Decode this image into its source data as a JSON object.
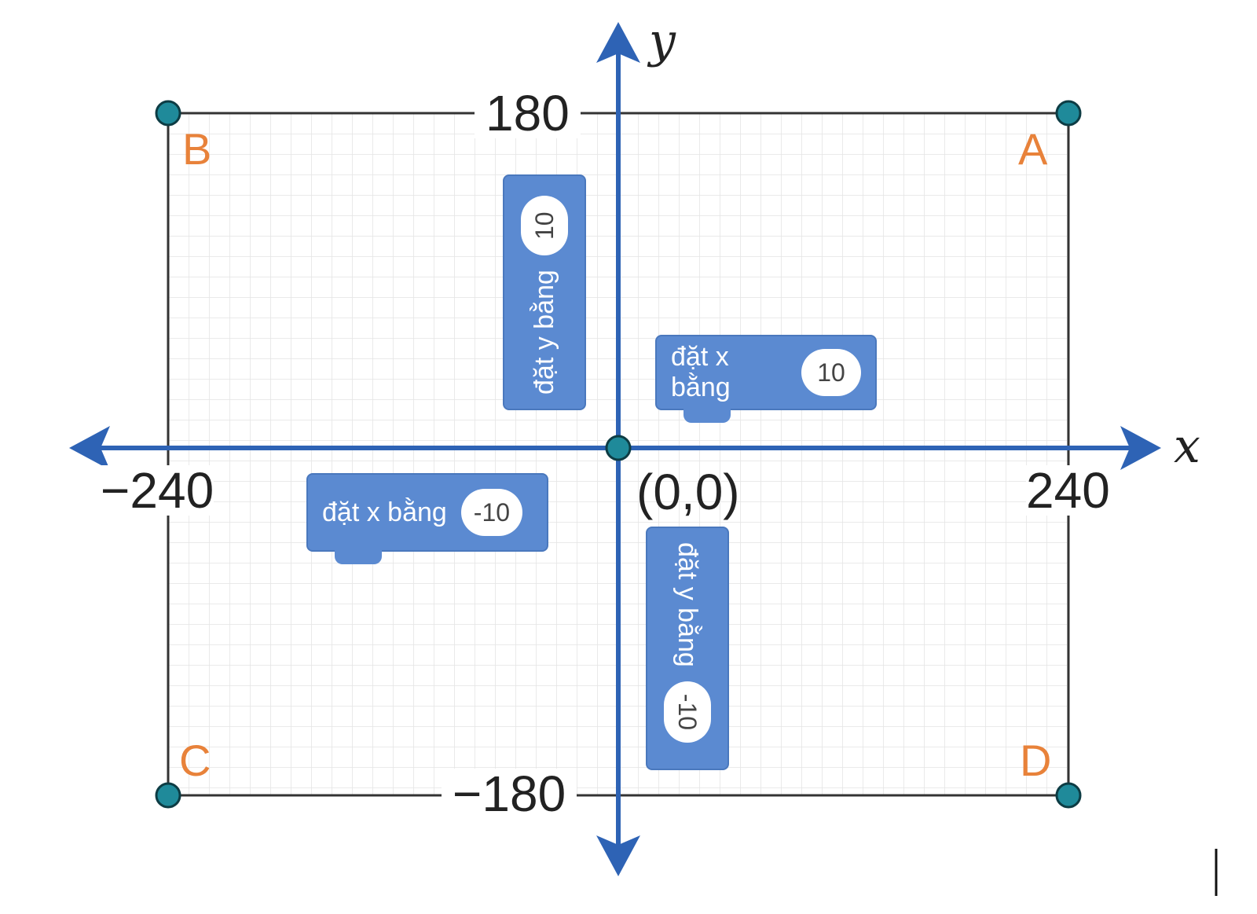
{
  "axes": {
    "x_name": "x",
    "y_name": "y",
    "x_min_label": "−240",
    "x_max_label": "240",
    "y_max_label": "180",
    "y_min_label": "−180",
    "origin_label": "(0,0)"
  },
  "corners": {
    "A": "A",
    "B": "B",
    "C": "C",
    "D": "D"
  },
  "blocks": {
    "set_x_pos": {
      "text": "đặt x bằng",
      "value": "10"
    },
    "set_x_neg": {
      "text": "đặt x bằng",
      "value": "-10"
    },
    "set_y_pos": {
      "text": "đặt y bằng",
      "value": "10"
    },
    "set_y_neg": {
      "text": "đặt y bằng",
      "value": "-10"
    }
  },
  "colors": {
    "axis": "#2e63b5",
    "point": "#1f8a9a",
    "corner_label": "#e8823a",
    "block": "#5b8ad1",
    "grid": "#e4e4e4"
  }
}
